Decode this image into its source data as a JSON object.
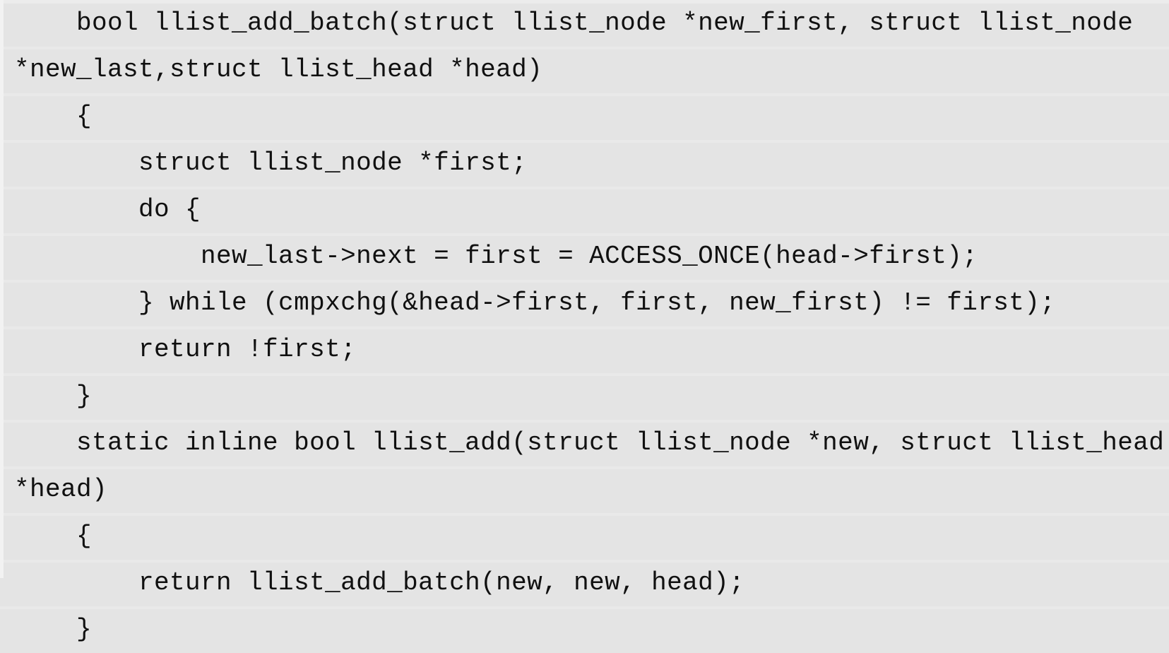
{
  "code_block": {
    "language": "c",
    "background_color": "#e4e4e4",
    "text_color": "#101010",
    "font": "monospace",
    "lines": [
      "    bool llist_add_batch(struct llist_node *new_first, struct llist_node",
      "*new_last,struct llist_head *head)",
      "    {",
      "        struct llist_node *first;",
      "        do {",
      "            new_last->next = first = ACCESS_ONCE(head->first);",
      "        } while (cmpxchg(&head->first, first, new_first) != first);",
      "        return !first;",
      "    }",
      "    static inline bool llist_add(struct llist_node *new, struct llist_head",
      "*head)",
      "    {",
      "        return llist_add_batch(new, new, head);",
      "    }"
    ]
  }
}
